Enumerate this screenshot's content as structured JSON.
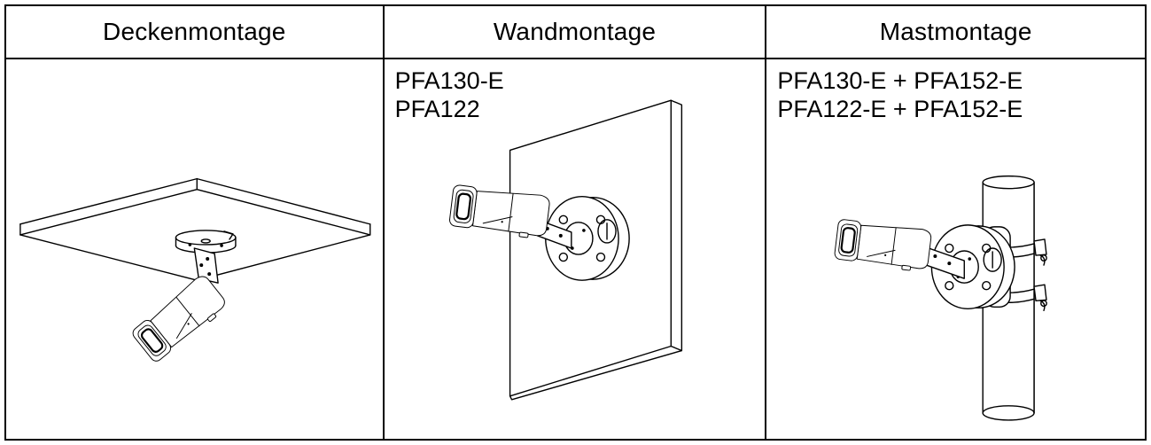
{
  "page": {
    "background": "#ffffff",
    "ink": "#000000"
  },
  "table": {
    "columns": [
      {
        "header": "Deckenmontage",
        "illustration": "ceiling-mounted-bullet-camera",
        "products": []
      },
      {
        "header": "Wandmontage",
        "illustration": "wall-mounted-bullet-camera-with-junction-box",
        "products": [
          "PFA130-E",
          "PFA122"
        ]
      },
      {
        "header": "Mastmontage",
        "illustration": "pole-mounted-bullet-camera-with-junction-box-and-straps",
        "products": [
          "PFA130-E + PFA152-E",
          "PFA122-E + PFA152-E"
        ]
      }
    ]
  }
}
